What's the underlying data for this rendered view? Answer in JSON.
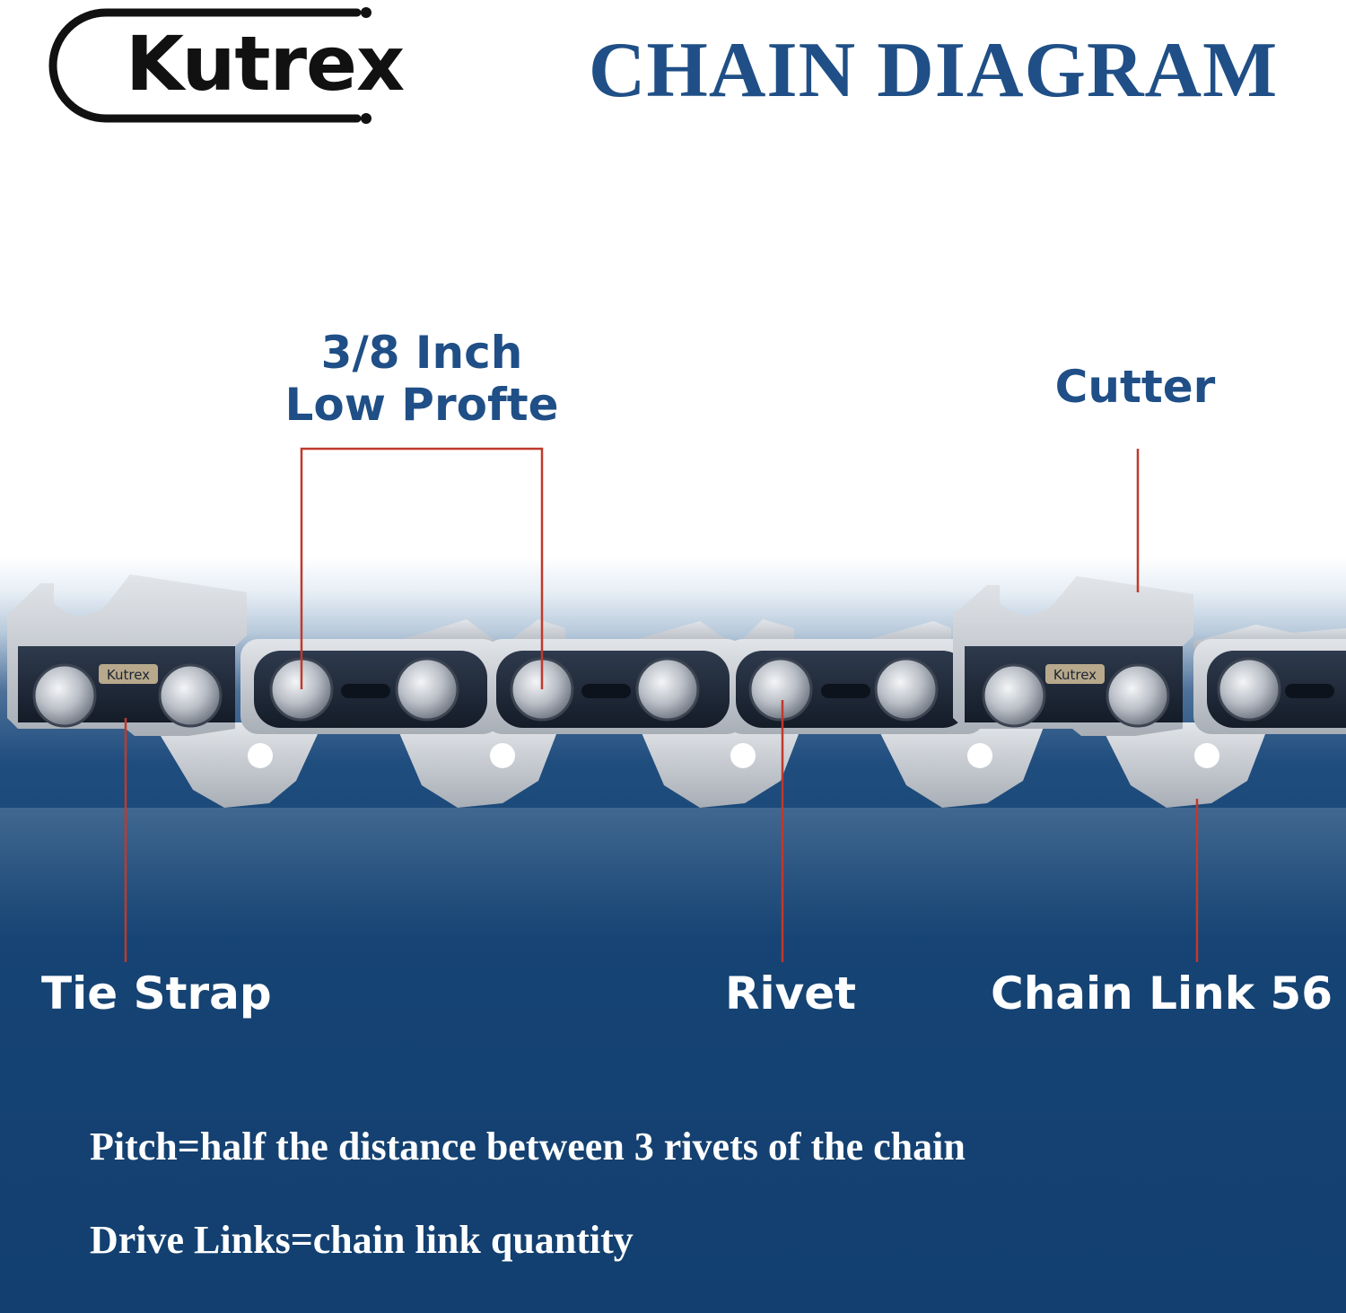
{
  "brand": {
    "logo_text": "Kutrex"
  },
  "title": "CHAIN DIAGRAM",
  "labels": {
    "pitch_line1": "3/8 Inch",
    "pitch_line2": "Low Profte",
    "cutter": "Cutter",
    "tie_strap": "Tie Strap",
    "rivet": "Rivet",
    "chain_link": "Chain Link 56"
  },
  "chain": {
    "stamp_text": "Kutrex"
  },
  "notes": [
    "Pitch=half the distance between 3 rivets of the chain",
    "Drive Links=chain link quantity"
  ],
  "colors": {
    "title_blue": "#1f4f86",
    "background_blue": "#123f6f",
    "leader_red": "#c0392b",
    "chain_dark": "#1b2433",
    "chain_silver": "#c9ced5"
  }
}
